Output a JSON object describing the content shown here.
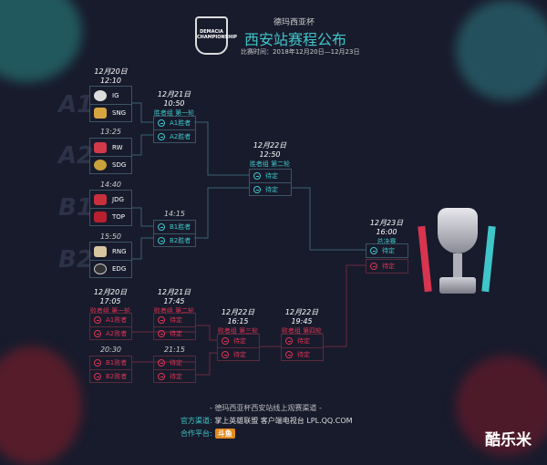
{
  "header": {
    "logo_text": "DEMACIA CHAMPIONSHIP",
    "subtitle": "德玛西亚杯",
    "title": "西安站赛程公布",
    "dates": "比赛时间：2018年12月20日—12月23日"
  },
  "groups": [
    "A1",
    "A2",
    "B1",
    "B2"
  ],
  "round0": {
    "date": "12月20日",
    "matches": [
      {
        "time": "12:10",
        "teams": [
          "IG",
          "SNG"
        ]
      },
      {
        "time": "13:25",
        "teams": [
          "RW",
          "SDG"
        ]
      },
      {
        "time": "14:40",
        "teams": [
          "JDG",
          "TOP"
        ]
      },
      {
        "time": "15:50",
        "teams": [
          "RNG",
          "EDG"
        ]
      }
    ]
  },
  "winners1": {
    "date": "12月21日",
    "time": "10:50",
    "round": "胜者组 第一轮",
    "a": [
      "A1胜者",
      "A2胜者"
    ],
    "time_b": "14:15",
    "b": [
      "B1胜者",
      "B2胜者"
    ]
  },
  "winners2": {
    "date": "12月22日",
    "time": "12:50",
    "round": "胜者组 第二轮",
    "slots": [
      "待定",
      "待定"
    ]
  },
  "final": {
    "date": "12月23日",
    "time": "16:00",
    "round": "总决赛",
    "slots": [
      "待定",
      "待定"
    ]
  },
  "losers1": {
    "date": "12月20日",
    "time": "17:05",
    "round": "败者组 第一轮",
    "a": [
      "A1败者",
      "A2败者"
    ],
    "time_b": "20:30",
    "b": [
      "B1败者",
      "B2败者"
    ]
  },
  "losers2": {
    "date": "12月21日",
    "time": "17:45",
    "round": "败者组 第二轮",
    "a": [
      "待定",
      "待定"
    ],
    "time_b": "21:15",
    "b": [
      "待定",
      "待定"
    ]
  },
  "losers3": {
    "date": "12月22日",
    "time": "16:15",
    "round": "败者组 第三轮",
    "slots": [
      "待定",
      "待定"
    ]
  },
  "losers4": {
    "date": "12月22日",
    "time": "19:45",
    "round": "败者组 第四轮",
    "slots": [
      "待定",
      "待定"
    ]
  },
  "footer": {
    "line1": "- 德玛西亚杯西安站线上观赛渠道 -",
    "channel_label": "官方渠道:",
    "channel_value": "掌上英雄联盟  客户端电视台  LPL.QQ.COM",
    "partner_label": "合作平台:",
    "partner_logo": "斗鱼"
  },
  "watermark": "酷乐米",
  "colors": {
    "teal": "#3fc6c9",
    "red": "#dd3352",
    "bg": "#181b2c"
  }
}
